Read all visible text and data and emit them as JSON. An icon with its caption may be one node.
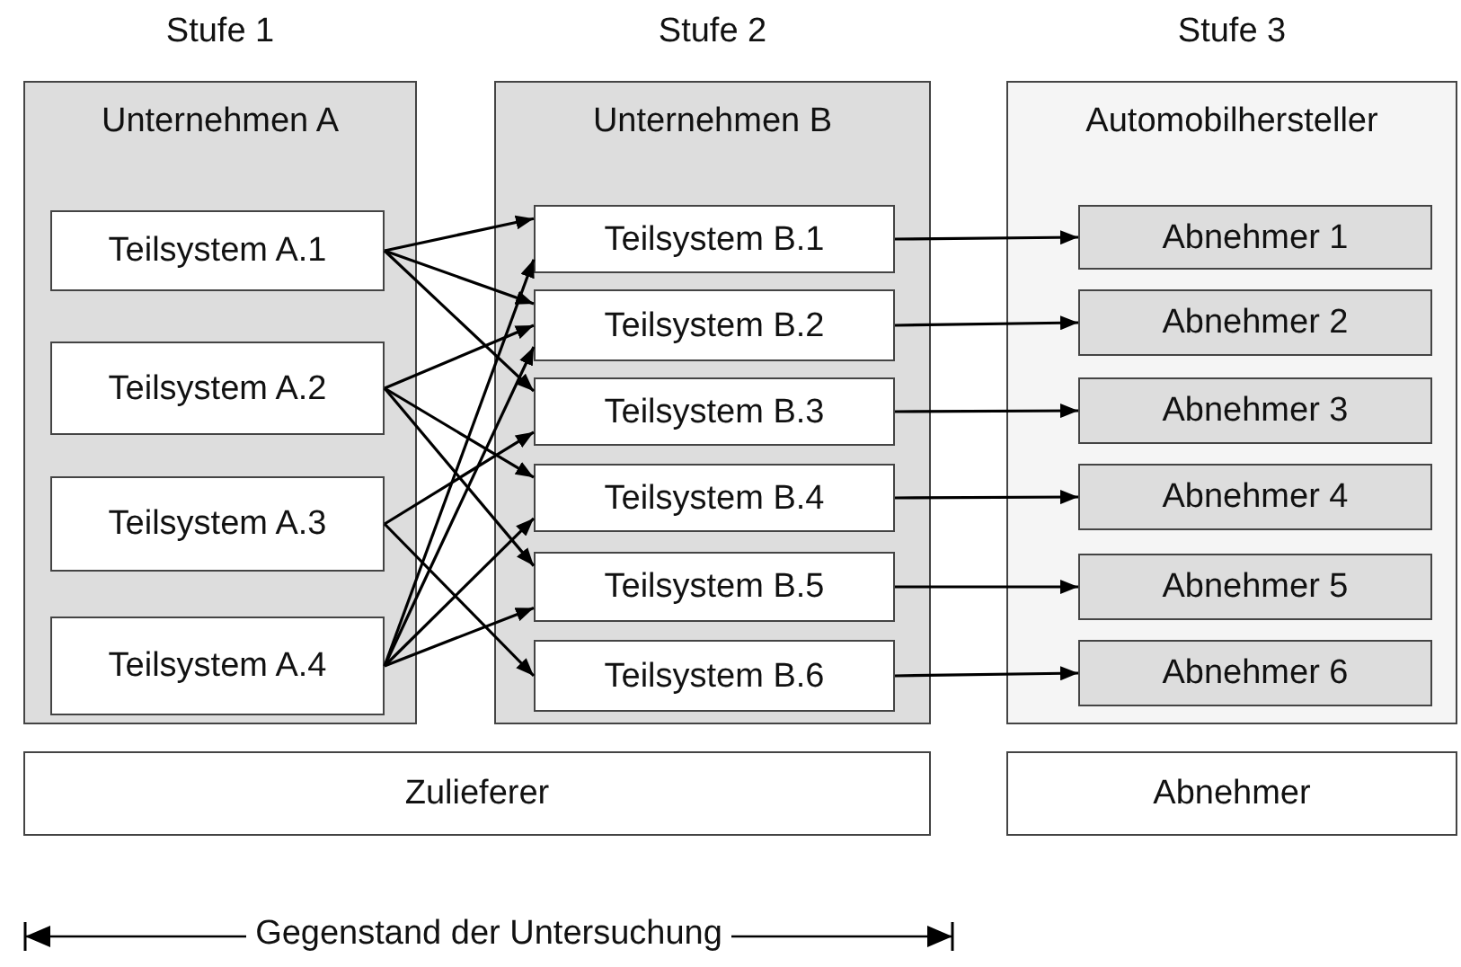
{
  "diagram": {
    "nodes": [
      {
        "text": [
          "Unternehmen A"
        ]
      },
      {
        "text": [
          "Teilsystem A.1"
        ],
        "in": 0
      },
      {
        "text": [
          "Teilsystem A.2"
        ],
        "in": 0
      },
      {
        "text": [
          "Teilsystem A.3"
        ],
        "in": 0
      },
      {
        "text": [
          "Teilsystem A.4"
        ],
        "in": 0
      },
      {
        "text": [
          "Unternehmen B"
        ]
      },
      {
        "text": [
          "Teilsystem B.1"
        ],
        "in": 5
      },
      {
        "text": [
          "Teilsystem B.2"
        ],
        "in": 5
      },
      {
        "text": [
          "Teilsystem B.3"
        ],
        "in": 5
      },
      {
        "text": [
          "Teilsystem B.4"
        ],
        "in": 5
      },
      {
        "text": [
          "Teilsystem B.5"
        ],
        "in": 5
      },
      {
        "text": [
          "Teilsystem B.6"
        ],
        "in": 5
      },
      {
        "text": [
          "Automobilhersteller"
        ]
      },
      {
        "text": [
          "Abnehmer 1"
        ],
        "in": 12
      },
      {
        "text": [
          "Abnehmer 2"
        ],
        "in": 12
      },
      {
        "text": [
          "Abnehmer 3"
        ],
        "in": 12
      },
      {
        "text": [
          "Abnehmer 4"
        ],
        "in": 12
      },
      {
        "text": [
          "Abnehmer 5"
        ],
        "in": 12
      },
      {
        "text": [
          "Abnehmer 6"
        ],
        "in": 12
      },
      {
        "text": [
          "Zulieferer"
        ]
      },
      {
        "text": [
          "Abnehmer"
        ]
      }
    ],
    "edges": [
      {
        "from": 1,
        "to": 6,
        "arrow": "to"
      },
      {
        "from": 1,
        "to": 7,
        "arrow": "to"
      },
      {
        "from": 1,
        "to": 8,
        "arrow": "to"
      },
      {
        "from": 2,
        "to": 7,
        "arrow": "to"
      },
      {
        "from": 2,
        "to": 9,
        "arrow": "to"
      },
      {
        "from": 2,
        "to": 10,
        "arrow": "to"
      },
      {
        "from": 3,
        "to": 8,
        "arrow": "to"
      },
      {
        "from": 3,
        "to": 11,
        "arrow": "to"
      },
      {
        "from": 4,
        "to": 6,
        "arrow": "to"
      },
      {
        "from": 4,
        "to": 7,
        "arrow": "to"
      },
      {
        "from": 4,
        "to": 9,
        "arrow": "to"
      },
      {
        "from": 4,
        "to": 10,
        "arrow": "to"
      },
      {
        "from": 6,
        "to": 13,
        "arrow": "to"
      },
      {
        "from": 7,
        "to": 14,
        "arrow": "to"
      },
      {
        "from": 8,
        "to": 15,
        "arrow": "to"
      },
      {
        "from": 9,
        "to": 16,
        "arrow": "to"
      },
      {
        "from": 10,
        "to": 17,
        "arrow": "to"
      },
      {
        "from": 11,
        "to": 18,
        "arrow": "to"
      }
    ],
    "labels": [
      "Stufe 1",
      "Stufe 2",
      "Stufe 3",
      "Gegenstand der Untersuchung"
    ]
  }
}
